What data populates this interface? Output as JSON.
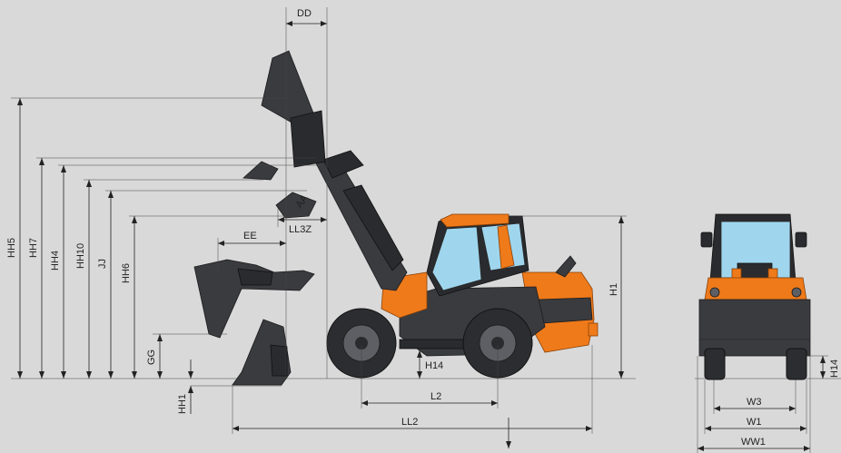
{
  "dimension_labels": {
    "dd": "DD",
    "hh5": "HH5",
    "hh7": "HH7",
    "hh4": "HH4",
    "hh10": "HH10",
    "jj": "JJ",
    "hh6": "HH6",
    "gg": "GG",
    "hh1": "HH1",
    "ee": "EE",
    "ll3z": "LL3Z",
    "aa": "AA",
    "h1": "H1",
    "h14_side": "H14",
    "l2": "L2",
    "ll2": "LL2",
    "h14_front": "H14",
    "w3": "W3",
    "w1": "W1",
    "ww1": "WW1"
  },
  "colors": {
    "background": "#d9d9d9",
    "body_orange": "#ef7a1a",
    "body_dark": "#3a3b3f",
    "glass": "#9fd6ee",
    "lines": "#222222"
  }
}
